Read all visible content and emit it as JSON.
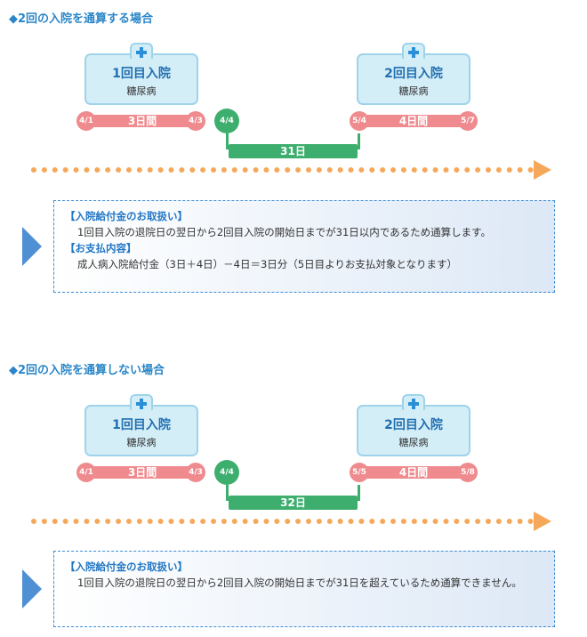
{
  "sections": [
    {
      "title": "◆2回の入院を通算する場合",
      "first_stay": {
        "title": "1回目入院",
        "disease": "糖尿病",
        "start": "4/1",
        "duration": "3日間",
        "end": "4/3"
      },
      "gap_start": "4/4",
      "gap_label": "31日",
      "second_stay": {
        "title": "2回目入院",
        "disease": "糖尿病",
        "start": "5/4",
        "duration": "4日間",
        "end": "5/7"
      },
      "info": {
        "heading1": "【入院給付金のお取扱い】",
        "text1": "1回目入院の退院日の翌日から2回目入院の開始日までが31日以内であるため通算します。",
        "heading2": "【お支払内容】",
        "text2": "成人病入院給付金（3日＋4日）－4日＝3日分（5日目よりお支払対象となります）"
      }
    },
    {
      "title": "◆2回の入院を通算しない場合",
      "first_stay": {
        "title": "1回目入院",
        "disease": "糖尿病",
        "start": "4/1",
        "duration": "3日間",
        "end": "4/3"
      },
      "gap_start": "4/4",
      "gap_label": "32日",
      "second_stay": {
        "title": "2回目入院",
        "disease": "糖尿病",
        "start": "5/5",
        "duration": "4日間",
        "end": "5/8"
      },
      "info": {
        "heading1": "【入院給付金のお取扱い】",
        "text1": "1回目入院の退院日の翌日から2回目入院の開始日までが31日を超えているため通算できません。"
      }
    }
  ],
  "colors": {
    "accent_blue": "#2a86c8",
    "stay_red": "#ef8a8e",
    "gap_green": "#3eae6e",
    "timeline_orange": "#f6a85a"
  }
}
